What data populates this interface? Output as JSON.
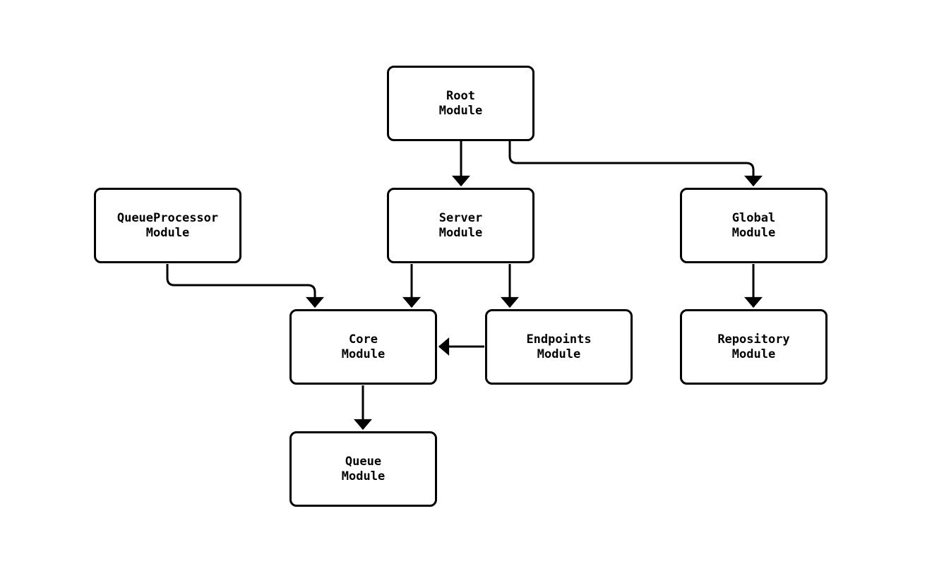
{
  "diagram": {
    "type": "module-dependency-flowchart",
    "background_color": "#ffffff",
    "stroke_color": "#000000",
    "node_fill_color": "#ffffff",
    "node_text_color": "#000000",
    "nodes": [
      {
        "id": "root",
        "label": "Root\nModule"
      },
      {
        "id": "queueproc",
        "label": "QueueProcessor\nModule"
      },
      {
        "id": "server",
        "label": "Server\nModule"
      },
      {
        "id": "global",
        "label": "Global\nModule"
      },
      {
        "id": "core",
        "label": "Core\nModule"
      },
      {
        "id": "endpoints",
        "label": "Endpoints\nModule"
      },
      {
        "id": "repository",
        "label": "Repository\nModule"
      },
      {
        "id": "queue",
        "label": "Queue\nModule"
      }
    ],
    "edges": [
      {
        "from": "root",
        "to": "server"
      },
      {
        "from": "root",
        "to": "global"
      },
      {
        "from": "queueproc",
        "to": "core"
      },
      {
        "from": "server",
        "to": "core"
      },
      {
        "from": "server",
        "to": "endpoints"
      },
      {
        "from": "endpoints",
        "to": "core"
      },
      {
        "from": "global",
        "to": "repository"
      },
      {
        "from": "core",
        "to": "queue"
      }
    ]
  }
}
